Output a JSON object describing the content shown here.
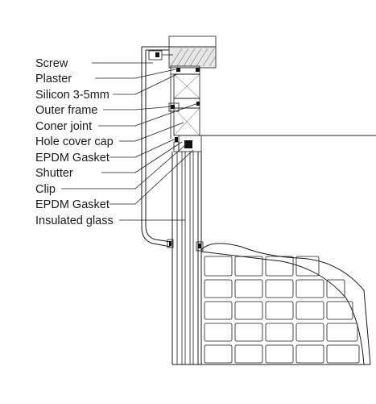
{
  "labels": [
    {
      "id": "screw",
      "text": "Screw"
    },
    {
      "id": "plaster",
      "text": "Plaster"
    },
    {
      "id": "silicon",
      "text": "Silicon 3-5mm"
    },
    {
      "id": "outer-frame",
      "text": "Outer frame"
    },
    {
      "id": "coner-joint",
      "text": "Coner joint"
    },
    {
      "id": "hole-cover-cap",
      "text": "Hole cover cap"
    },
    {
      "id": "epdm-gasket-1",
      "text": "EPDM Gasket"
    },
    {
      "id": "shutter",
      "text": "Shutter"
    },
    {
      "id": "clip",
      "text": "Clip"
    },
    {
      "id": "epdm-gasket-2",
      "text": "EPDM Gasket"
    },
    {
      "id": "insulated-glass",
      "text": "Insulated glass"
    }
  ],
  "colors": {
    "line": "#1a1a1a",
    "wall_fill": "#e6e6e6",
    "background": "#ffffff"
  }
}
